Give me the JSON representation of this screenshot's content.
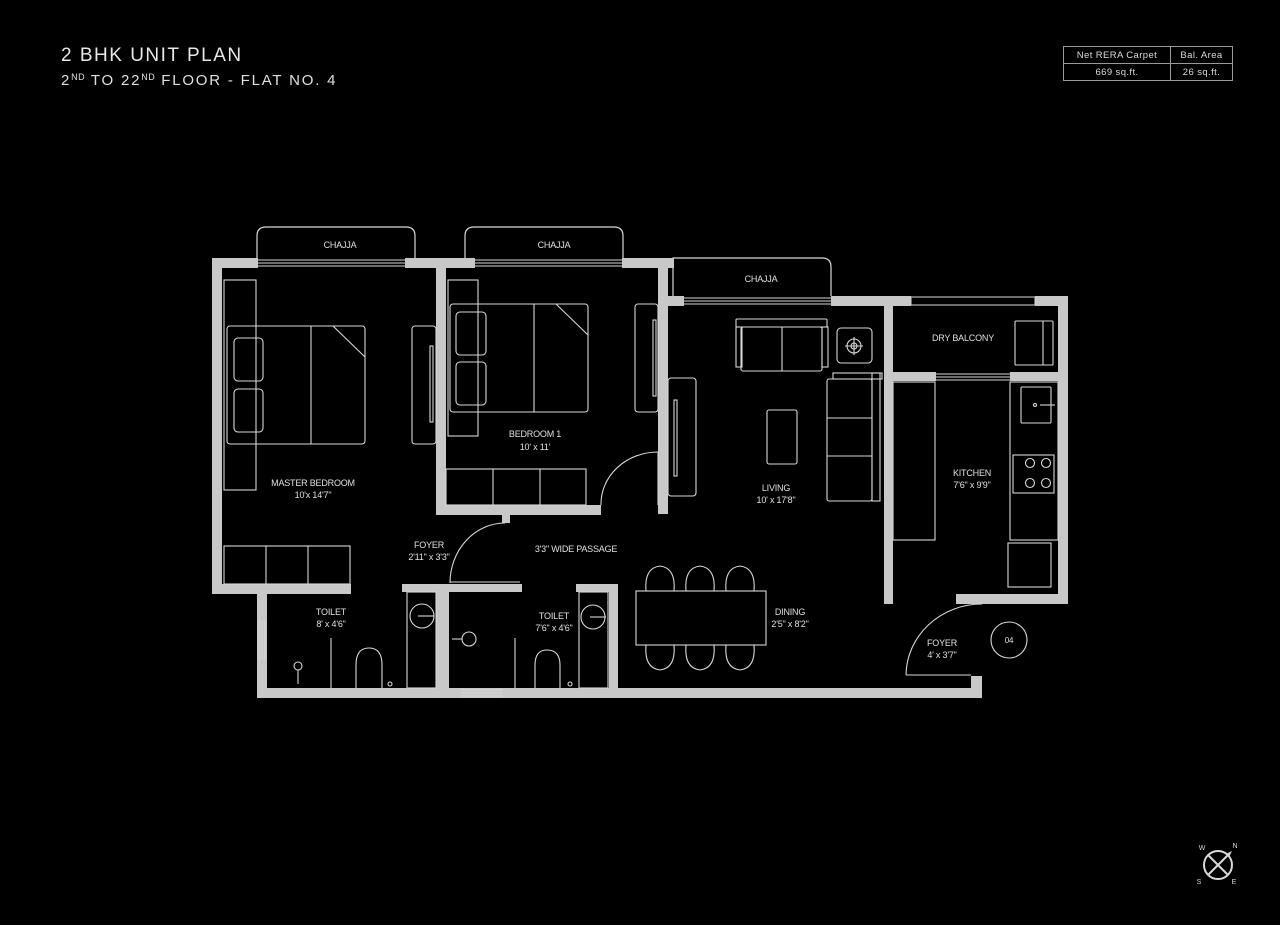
{
  "header": {
    "title": "2 BHK UNIT PLAN",
    "subtitle_part1": "2",
    "subtitle_sup1": "ND",
    "subtitle_part2": " TO 22",
    "subtitle_sup2": "ND",
    "subtitle_part3": " FLOOR - FLAT NO. 4"
  },
  "area_table": {
    "headers": [
      "Net RERA Carpet",
      "Bal. Area"
    ],
    "values": [
      "669 sq.ft.",
      "26 sq.ft."
    ]
  },
  "rooms": {
    "chajja_1": "CHAJJA",
    "chajja_2": "CHAJJA",
    "chajja_3": "CHAJJA",
    "master_bedroom": {
      "name": "MASTER BEDROOM",
      "size": "10'x 14'7\""
    },
    "bedroom_1": {
      "name": "BEDROOM 1",
      "size": "10' x 11'"
    },
    "living": {
      "name": "LIVING",
      "size": "10' x 17'8\""
    },
    "dry_balcony": {
      "name": "DRY BALCONY"
    },
    "kitchen": {
      "name": "KITCHEN",
      "size": "7'6\" x 9'9\""
    },
    "foyer_inner": {
      "name": "FOYER",
      "size": "2'11\" x 3'3\""
    },
    "passage": {
      "name": "3'3\" WIDE PASSAGE"
    },
    "toilet_1": {
      "name": "TOILET",
      "size": "8' x 4'6\""
    },
    "toilet_2": {
      "name": "TOILET",
      "size": "7'6\" x 4'6\""
    },
    "dining": {
      "name": "DINING",
      "size": "2'5\" x 8'2\""
    },
    "foyer_entry": {
      "name": "FOYER",
      "size": "4' x 3'7\""
    },
    "flat_number": "04"
  },
  "compass": {
    "n": "N",
    "s": "S",
    "e": "E",
    "w": "W"
  },
  "colors": {
    "background": "#000000",
    "wall": "#c8c8c8",
    "line": "#d8d8d8",
    "text": "#e6e6e6"
  }
}
